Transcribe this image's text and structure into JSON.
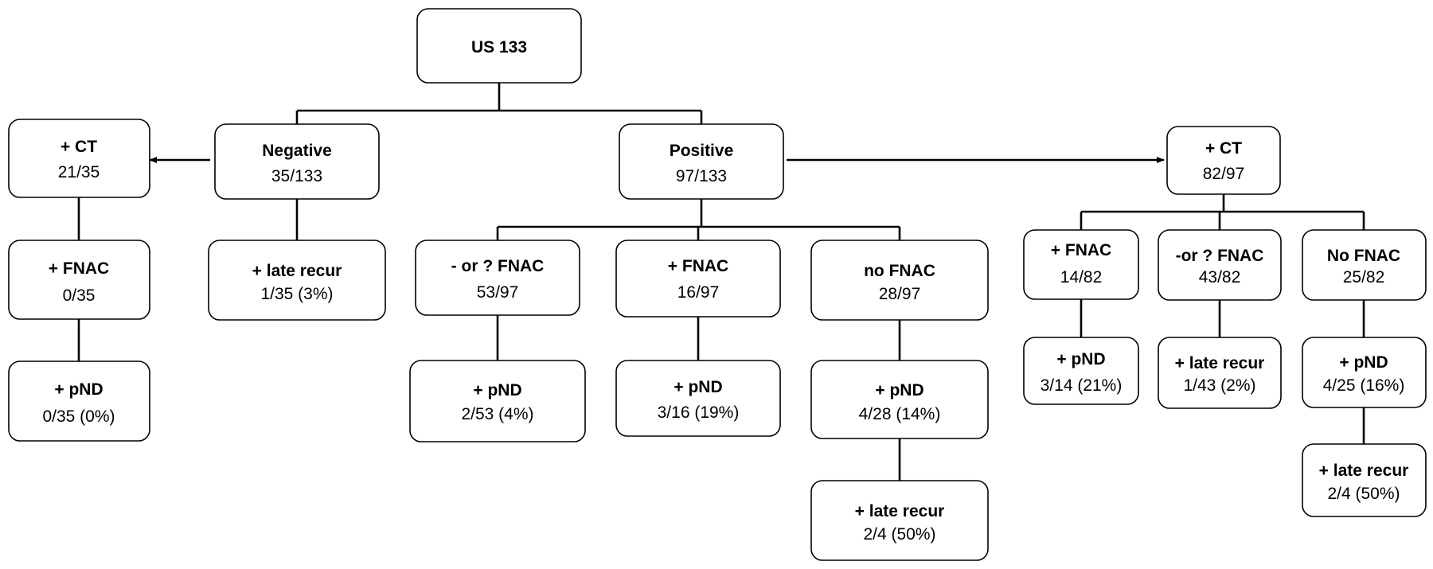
{
  "nodes": {
    "root": {
      "title": "US 133",
      "value": ""
    },
    "neg": {
      "title": "Negative",
      "value": "35/133"
    },
    "pos": {
      "title": "Positive",
      "value": "97/133"
    },
    "neg_ct": {
      "title": "+ CT",
      "value": "21/35"
    },
    "neg_ct_fnac": {
      "title": "+ FNAC",
      "value": "0/35"
    },
    "neg_ct_pnd": {
      "title": "+ pND",
      "value": "0/35 (0%)"
    },
    "neg_late": {
      "title": "+ late recur",
      "value": "1/35 (3%)"
    },
    "pos_qfnac": {
      "title": "- or ? FNAC",
      "value": "53/97"
    },
    "pos_fnac": {
      "title": "+ FNAC",
      "value": "16/97"
    },
    "pos_nofnac": {
      "title": "no FNAC",
      "value": "28/97"
    },
    "pos_qfnac_pnd": {
      "title": "+ pND",
      "value": "2/53 (4%)"
    },
    "pos_fnac_pnd": {
      "title": "+ pND",
      "value": "3/16 (19%)"
    },
    "pos_nofnac_pnd": {
      "title": "+ pND",
      "value": "4/28 (14%)"
    },
    "pos_nofnac_late": {
      "title": "+ late recur",
      "value": "2/4 (50%)"
    },
    "pos_ct": {
      "title": "+ CT",
      "value": "82/97"
    },
    "ct_fnac": {
      "title": "+ FNAC",
      "value": "14/82"
    },
    "ct_qfnac": {
      "title": "-or ? FNAC",
      "value": "43/82"
    },
    "ct_nofnac": {
      "title": "No FNAC",
      "value": "25/82"
    },
    "ct_fnac_pnd": {
      "title": "+ pND",
      "value": "3/14 (21%)"
    },
    "ct_qfnac_late": {
      "title": "+ late recur",
      "value": "1/43 (2%)"
    },
    "ct_nofnac_pnd": {
      "title": "+ pND",
      "value": "4/25 (16%)"
    },
    "ct_nofnac_late": {
      "title": "+ late recur",
      "value": "2/4 (50%)"
    }
  }
}
